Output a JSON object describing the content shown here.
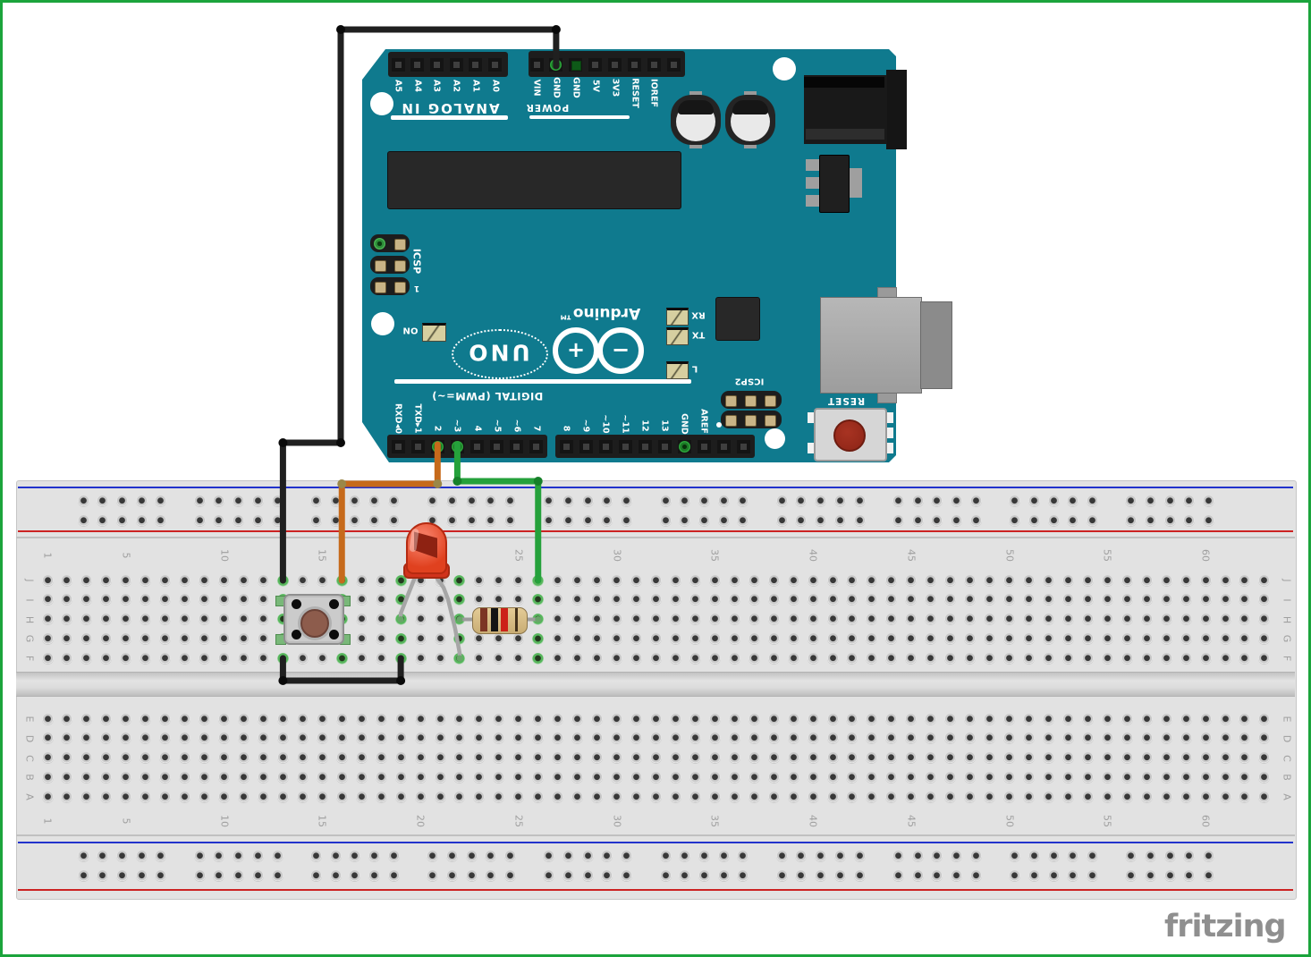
{
  "page": {
    "background": "#ffffff",
    "border_color": "#1ba43c",
    "logo_text": "fritzing",
    "logo_color": "#8f8f8f"
  },
  "arduino": {
    "board_color": "#0f7a8e",
    "silk_color": "#ffffff",
    "texts": {
      "analog_group": "ANALOG IN",
      "power_group": "POWER",
      "digital_group": "DIGITAL (PWM=~)",
      "brand": "Arduino™",
      "model": "UNO",
      "logo_plus": "+",
      "logo_minus": "−",
      "on_led": "ON",
      "rx_led": "RX",
      "tx_led": "TX",
      "l_led": "L",
      "reset_button": "RESET",
      "icsp": "ICSP",
      "icsp_pin1": "1",
      "icsp2": "ICSP2"
    },
    "power_pins": [
      "VIN",
      "GND",
      "GND",
      "5V",
      "3V3",
      "RESET",
      "IOREF",
      ""
    ],
    "analog_pins": [
      "A5",
      "A4",
      "A3",
      "A2",
      "A1",
      "A0"
    ],
    "digital_pins_left": [
      "RXD◂0",
      "TXD▸1",
      "2",
      "~3",
      "4",
      "~5",
      "~6",
      "7"
    ],
    "digital_pins_right": [
      "8",
      "~9",
      "~10",
      "~11",
      "12",
      "13",
      "GND",
      "AREF",
      "",
      ""
    ]
  },
  "breadboard": {
    "row_letters_top": [
      "J",
      "I",
      "H",
      "G",
      "F"
    ],
    "row_letters_bottom": [
      "E",
      "D",
      "C",
      "B",
      "A"
    ],
    "numbered_columns": [
      1,
      5,
      10,
      15,
      20,
      25,
      30,
      35,
      40,
      45,
      50,
      55,
      60
    ],
    "column_count": 63,
    "rail_group_count": 10,
    "rail_group_size": 5,
    "colors": {
      "surface": "#e2e2e2",
      "hole_center": "#383838",
      "blue_rail_line": "#2233cc",
      "red_rail_line": "#cc2222",
      "connected_ring": "#57b65c"
    },
    "connected_columns": [
      13,
      16,
      19,
      22,
      26
    ]
  },
  "components": {
    "pushbutton": {
      "label": "pushbutton",
      "columns": [
        13,
        16
      ],
      "rows": [
        "I",
        "G"
      ],
      "cap_color": "#8d5c4c"
    },
    "led": {
      "label": "red LED",
      "color": "#e0411f",
      "leg_holes": [
        "H19",
        "F22"
      ]
    },
    "resistor": {
      "label": "resistor",
      "body_color": "#d3b87f",
      "band_colors": [
        "#7c3524",
        "#141414",
        "#cc2218",
        "#42301a"
      ],
      "from_hole": "H22",
      "to_hole": "H26"
    },
    "wires": [
      {
        "id": "gnd-wire",
        "color": "#202020",
        "from": "arduino GND (power header)",
        "to": "J13"
      },
      {
        "id": "pin2-wire",
        "color": "#c66a1b",
        "from": "arduino digital 2",
        "to": "J16"
      },
      {
        "id": "pin3-wire",
        "color": "#25a13b",
        "from": "arduino digital 3",
        "to": "J26"
      },
      {
        "id": "gnd-jumper",
        "color": "#202020",
        "from": "F13",
        "to": "F19"
      }
    ]
  }
}
